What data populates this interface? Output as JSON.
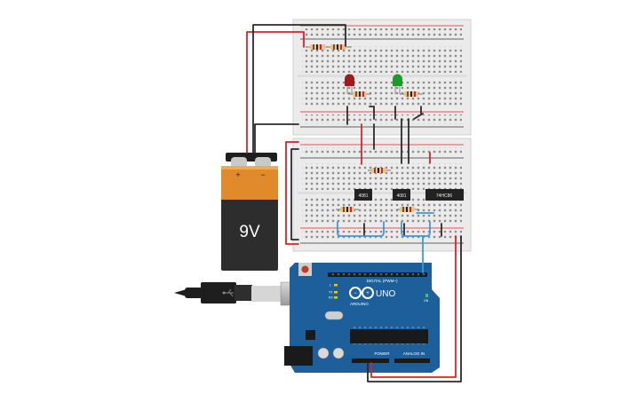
{
  "battery": {
    "voltage_label": "9V",
    "plus_label": "+",
    "minus_label": "−"
  },
  "chips": {
    "chip1_label": "4081",
    "chip2_label": "4081",
    "chip3_label": "74HC86"
  },
  "arduino": {
    "brand_label": "ARDUINO",
    "model_label": "UNO",
    "digital_label": "DIGITAL (PWM~)",
    "power_label": "POWER",
    "analog_label": "ANALOG IN",
    "tx_label": "TX",
    "rx_label": "RX",
    "l_label": "L",
    "on_label": "ON"
  },
  "colors": {
    "breadboard": "#ebebeb",
    "wire_red": "#d8232a",
    "wire_black": "#2a2a2a",
    "wire_blue": "#3a9ad9",
    "arduino_blue": "#1c5f9a",
    "led_red": "#9b1c1c",
    "led_green": "#1c9b2a",
    "battery_orange": "#e08a2c"
  }
}
